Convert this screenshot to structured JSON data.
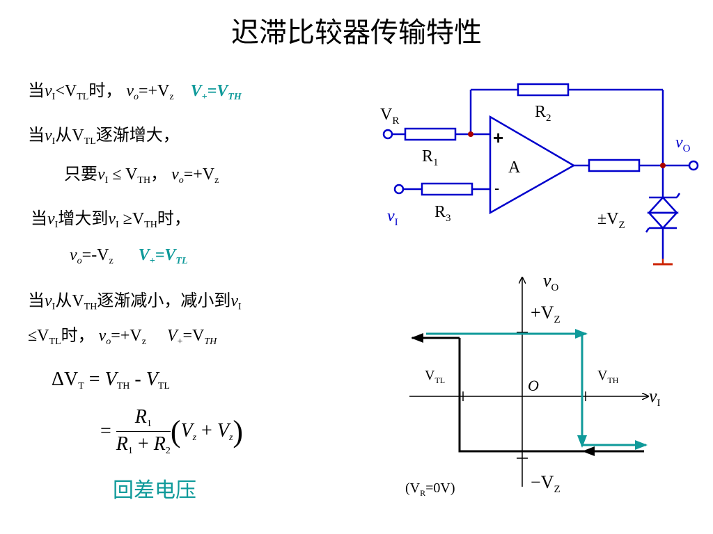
{
  "title": "迟滞比较器传输特性",
  "colors": {
    "teal": "#0f9a9a",
    "circuit_blue": "#0000cc",
    "ground_red": "#cc2200",
    "node_red": "#aa0000"
  },
  "lines": {
    "l1": {
      "p1": "当",
      "v": "v",
      "sub_I": "I",
      "p2": "<V",
      "sub_TL": "TL",
      "p3": "时，",
      "vo": "v",
      "sub_o": "o",
      "p4": "=+V",
      "sub_z": "z",
      "teal_a": "V",
      "teal_plus": "+",
      "teal_b": "=V",
      "teal_sub": "TH"
    },
    "l2": {
      "p1": "当",
      "v": "v",
      "sub_I": "I",
      "p2": "从V",
      "sub_TL": "TL",
      "p3": "逐渐增大，"
    },
    "l3": {
      "p1": "只要",
      "v": "v",
      "sub_I": "I",
      "p2": " ≤  V",
      "sub_TH": "TH",
      "p3": "，  ",
      "vo": "v",
      "sub_o": "o",
      "p4": "=+V",
      "sub_z": "z"
    },
    "l4": {
      "p1": "当",
      "v": "v",
      "sub_I": "I",
      "p2": "增大到",
      "v2": "v",
      "sub_I2": "I",
      "p3": " ≥V",
      "sub_TH": "TH",
      "p4": "时，"
    },
    "l5": {
      "vo": "v",
      "sub_o": "o",
      "p1": "=-V",
      "sub_z": "z",
      "teal_a": "V",
      "teal_plus": "+",
      "teal_b": "=V",
      "teal_sub": "TL"
    },
    "l6": {
      "p1": "当",
      "v": "v",
      "sub_I": "I",
      "p2": "从V",
      "sub_TH": "TH",
      "p3": "逐渐减小，减小到",
      "v2": "v",
      "sub_I2": "I"
    },
    "l7": {
      "p1": "≤V",
      "sub_TL": "TL",
      "p2": "时，  ",
      "vo": "v",
      "sub_o": "o",
      "p3": "=+V",
      "sub_z": "z",
      "a": "V",
      "plus": "+",
      "b": "=V",
      "sub_TH": "TH"
    }
  },
  "equation": {
    "delta": "ΔV",
    "sub_T": "T",
    "eq1": " = ",
    "vth": "V",
    "sub_TH": "TH",
    "minus": " - ",
    "vtl": "V",
    "sub_TL": "TL",
    "eq2": "= ",
    "num": "R",
    "num_sub": "1",
    "den_a": "R",
    "den_a_sub": "1",
    "den_plus": " + ",
    "den_b": "R",
    "den_b_sub": "2",
    "lparen": "(",
    "va": "V",
    "va_sub": "z",
    "plus": " + ",
    "vb": "V",
    "vb_sub": "z",
    "rparen": ")"
  },
  "hysteresis_label": "回差电压",
  "circuit": {
    "vr": "V",
    "vr_sub": "R",
    "r2": "R",
    "r2_sub": "2",
    "r1": "R",
    "r1_sub": "1",
    "r3": "R",
    "r3_sub": "3",
    "opamp": "A",
    "plus": "+",
    "minus": "-",
    "vo": "v",
    "vo_sub": "O",
    "vi": "v",
    "vi_sub": "I",
    "vz": "±V",
    "vz_sub": "Z"
  },
  "graph": {
    "vo": "v",
    "vo_sub": "O",
    "pvz": "+V",
    "pvz_sub": "Z",
    "vtl": "V",
    "vtl_sub": "TL",
    "origin": "O",
    "vth": "V",
    "vth_sub": "TH",
    "vi": "v",
    "vi_sub": "I",
    "nvz": "−V",
    "nvz_sub": "Z",
    "note": "(V",
    "note_sub": "R",
    "note_end": "=0V)"
  }
}
